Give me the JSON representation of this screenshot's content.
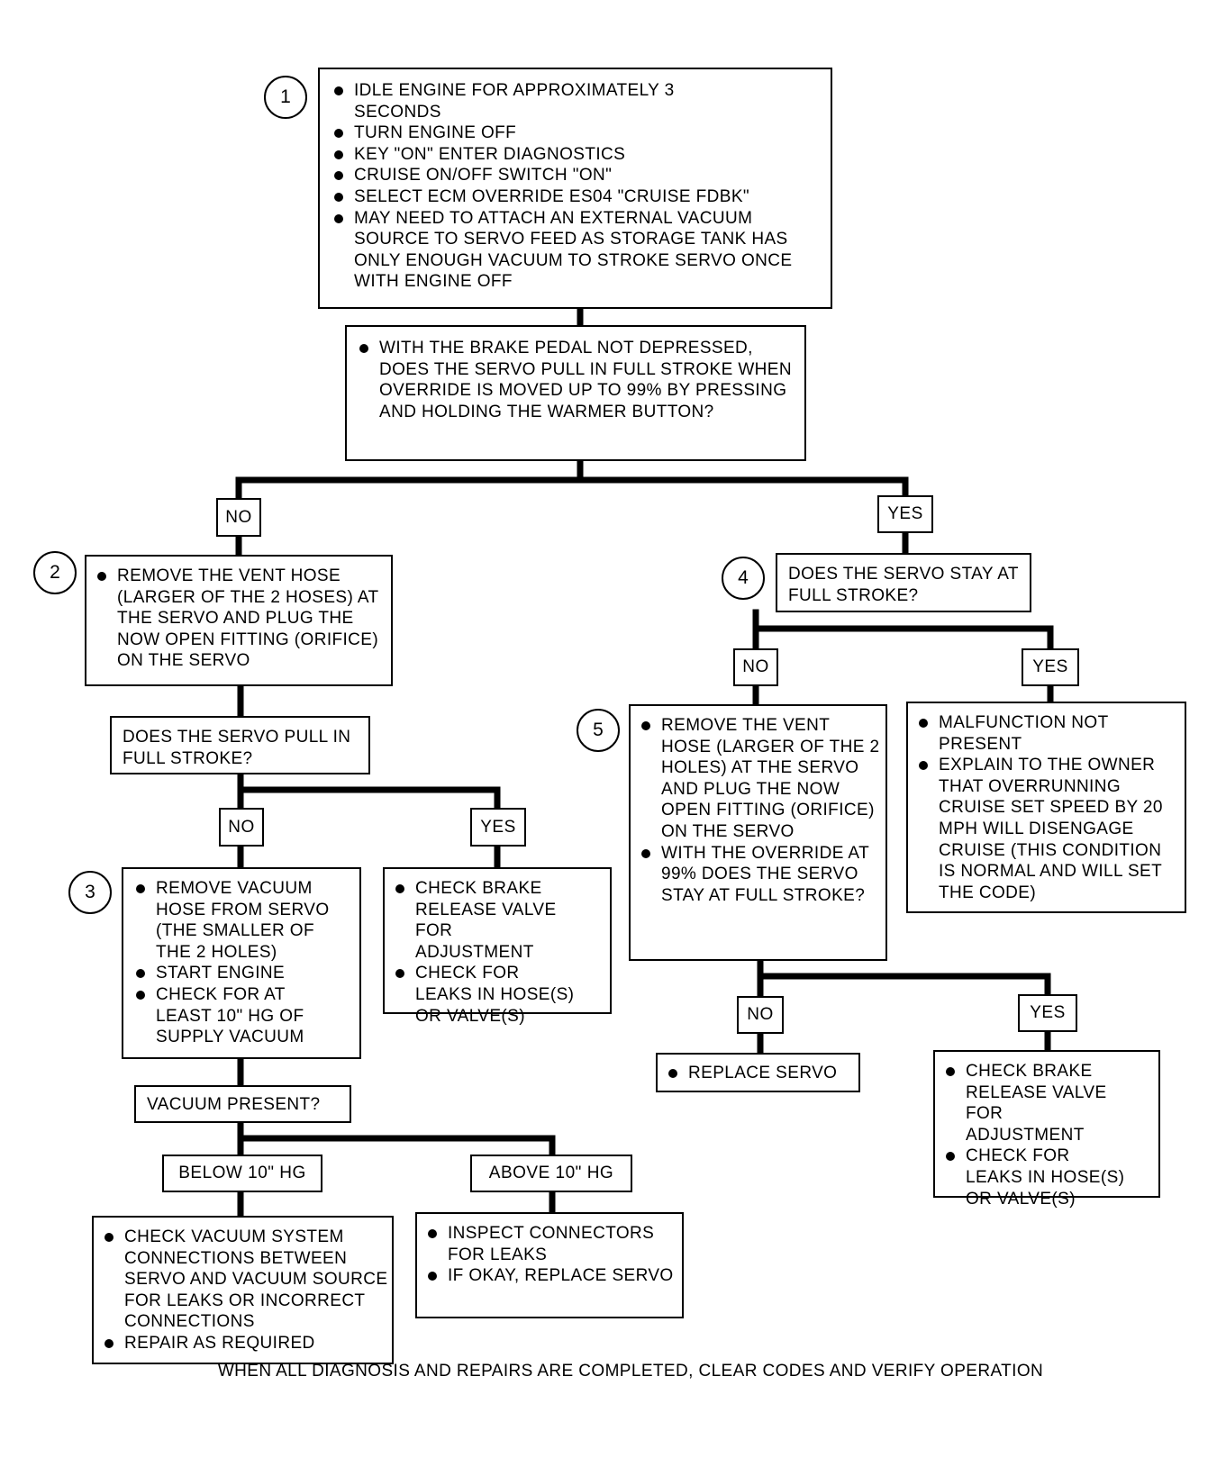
{
  "steps": {
    "s1": {
      "number": "1",
      "items": [
        "IDLE ENGINE FOR APPROXIMATELY 3 SECONDS",
        "TURN ENGINE OFF",
        "KEY \"ON\" ENTER DIAGNOSTICS",
        "CRUISE ON/OFF SWITCH \"ON\"",
        "SELECT ECM OVERRIDE ES04 \"CRUISE FDBK\"",
        "MAY NEED TO ATTACH AN EXTERNAL VACUUM SOURCE TO SERVO FEED AS STORAGE TANK HAS ONLY ENOUGH VACUUM TO STROKE SERVO ONCE WITH ENGINE OFF"
      ]
    },
    "q1": {
      "items": [
        "WITH THE BRAKE PEDAL NOT DEPRESSED, DOES THE SERVO PULL IN FULL STROKE WHEN OVERRIDE IS MOVED UP TO 99% BY PRESSING AND HOLDING THE WARMER BUTTON?"
      ]
    },
    "s2": {
      "number": "2",
      "items": [
        "REMOVE THE VENT HOSE (LARGER OF THE 2 HOSES) AT THE SERVO AND PLUG THE NOW OPEN FITTING (ORIFICE) ON THE SERVO"
      ]
    },
    "q2": {
      "text": "DOES THE SERVO PULL IN FULL STROKE?"
    },
    "s3": {
      "number": "3",
      "items": [
        "REMOVE VACUUM HOSE FROM SERVO (THE SMALLER OF THE 2 HOLES)",
        "START ENGINE",
        "CHECK FOR AT LEAST 10\" HG OF SUPPLY VACUUM"
      ]
    },
    "r_brake_left": {
      "items": [
        "CHECK BRAKE RELEASE VALVE FOR ADJUSTMENT",
        "CHECK FOR LEAKS IN HOSE(S) OR VALVE(S)"
      ]
    },
    "q3": {
      "text": "VACUUM PRESENT?"
    },
    "r_vac_system": {
      "items": [
        "CHECK VACUUM SYSTEM CONNECTIONS BETWEEN SERVO AND VACUUM SOURCE FOR LEAKS OR INCORRECT CONNECTIONS",
        "REPAIR AS REQUIRED"
      ]
    },
    "r_connectors": {
      "items": [
        "INSPECT CONNECTORS FOR LEAKS",
        "IF OKAY, REPLACE SERVO"
      ]
    },
    "s4": {
      "number": "4",
      "text": "DOES THE SERVO STAY AT FULL STROKE?"
    },
    "s5": {
      "number": "5",
      "items": [
        "REMOVE THE VENT HOSE (LARGER OF THE 2 HOLES) AT THE SERVO AND PLUG THE NOW OPEN FITTING (ORIFICE) ON THE SERVO",
        "WITH THE OVERRIDE AT 99% DOES THE SERVO STAY AT FULL STROKE?"
      ]
    },
    "r_malfunction": {
      "items": [
        "MALFUNCTION NOT PRESENT",
        "EXPLAIN TO THE OWNER THAT OVERRUNNING CRUISE SET SPEED BY 20 MPH WILL DISENGAGE CRUISE (THIS CONDITION IS NORMAL AND WILL SET THE CODE)"
      ]
    },
    "r_replace": {
      "items": [
        "REPLACE SERVO"
      ]
    },
    "r_brake_right": {
      "items": [
        "CHECK BRAKE RELEASE VALVE FOR ADJUSTMENT",
        "CHECK FOR LEAKS IN HOSE(S) OR VALVE(S)"
      ]
    }
  },
  "branch_labels": {
    "no": "NO",
    "yes": "YES",
    "below": "BELOW 10\" HG",
    "above": "ABOVE 10\" HG"
  },
  "footer": "WHEN ALL DIAGNOSIS AND REPAIRS ARE COMPLETED, CLEAR CODES AND VERIFY OPERATION"
}
